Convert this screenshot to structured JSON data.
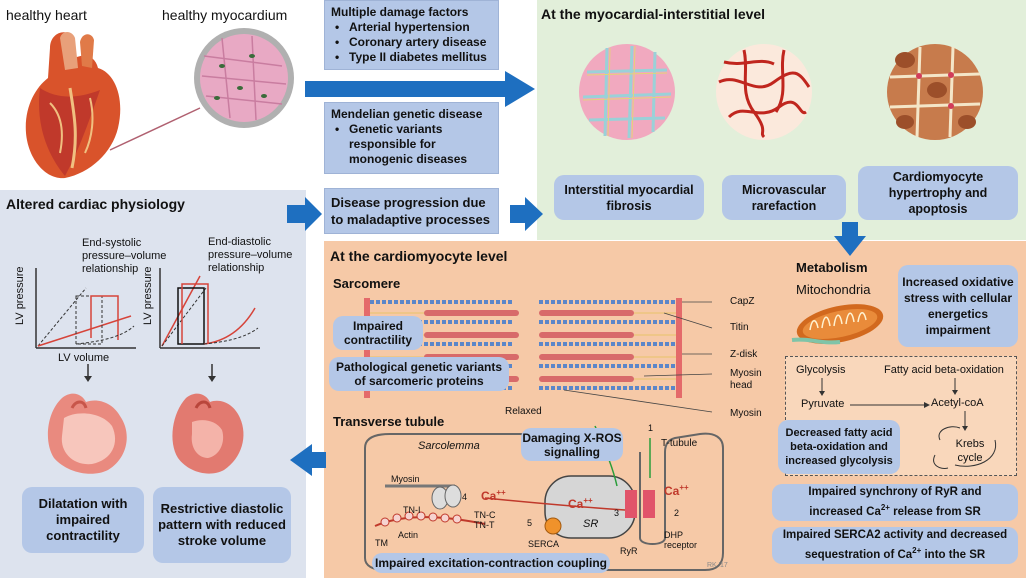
{
  "top": {
    "healthy_heart": "healthy heart",
    "healthy_myocardium": "healthy myocardium"
  },
  "damage": {
    "title": "Multiple damage factors",
    "items": [
      "Arterial hypertension",
      "Coronary artery disease",
      "Type II diabetes mellitus"
    ]
  },
  "mendelian": {
    "title": "Mendelian genetic disease",
    "items": [
      "Genetic variants responsible for monogenic diseases"
    ]
  },
  "progression": "Disease progression due to maladaptive processes",
  "interstitial": {
    "title": "At the myocardial-interstitial  level",
    "labels": [
      "Interstitial myocardial fibrosis",
      "Microvascular rarefaction",
      "Cardiomyocyte hypertrophy and apoptosis"
    ]
  },
  "physiology": {
    "title": "Altered cardiac physiology",
    "graph1": {
      "label": "End-systolic pressure–volume relationship",
      "ylabel": "LV pressure",
      "xlabel": "LV volume"
    },
    "graph2": {
      "label": "End-diastolic pressure–volume relationship",
      "ylabel": "LV pressure"
    },
    "dilatation": "Dilatation with impaired contractility",
    "restrictive": "Restrictive diastolic pattern with reduced stroke volume"
  },
  "cardiomyocyte": {
    "title": "At the cardiomyocyte  level",
    "sarcomere": "Sarcomere",
    "impaired_contractility": "Impaired contractility",
    "pathological": "Pathological genetic variants of sarcomeric proteins",
    "sarc_labels": [
      "CapZ",
      "Titin",
      "Z-disk",
      "Myosin head",
      "Myosin"
    ],
    "relaxed": "Relaxed",
    "transverse": "Transverse tubule",
    "sarcolemma": "Sarcolemma",
    "damaging": "Damaging X-ROS signalling",
    "ttubule": "T-tubule",
    "tt_labels": {
      "myosin": "Myosin",
      "tni": "TN-I",
      "tnc": "TN-C",
      "tnt": "TN-T",
      "actin": "Actin",
      "tm": "TM",
      "serca": "SERCA",
      "ryr": "RyR",
      "dhp": "DHP receptor",
      "sr": "SR",
      "ca": "Ca",
      "n1": "1",
      "n2": "2",
      "n3": "3",
      "n4": "4",
      "n5": "5",
      "rk": "RK '17"
    },
    "coupling": "Impaired excitation-contraction coupling"
  },
  "metabolism": {
    "title": "Metabolism",
    "mitochondria": "Mitochondria",
    "oxidative": "Increased oxidative stress with cellular energetics impairment",
    "glycolysis": "Glycolysis",
    "fatty": "Fatty acid beta-oxidation",
    "pyruvate": "Pyruvate",
    "acetyl": "Acetyl-coA",
    "krebs": "Krebs cycle",
    "decreased": "Decreased fatty acid beta-oxidation and increased glycolysis"
  },
  "ryr_box": {
    "line1": "Impaired synchrony of RyR and",
    "line2a": "increased Ca",
    "sup": "2+",
    "line2b": " release from SR"
  },
  "serca_box": {
    "line1": "Impaired SERCA2 activity and decreased",
    "line2a": "sequestration of Ca",
    "sup": "2+",
    "line2b": " into the SR"
  },
  "colors": {
    "blue_box": "#b4c7e7",
    "arrow": "#1f77c8",
    "green_panel": "#e2efda",
    "orange_panel": "#f6c9a7",
    "blue_panel": "#dde3ee",
    "red_line": "#e05050"
  }
}
